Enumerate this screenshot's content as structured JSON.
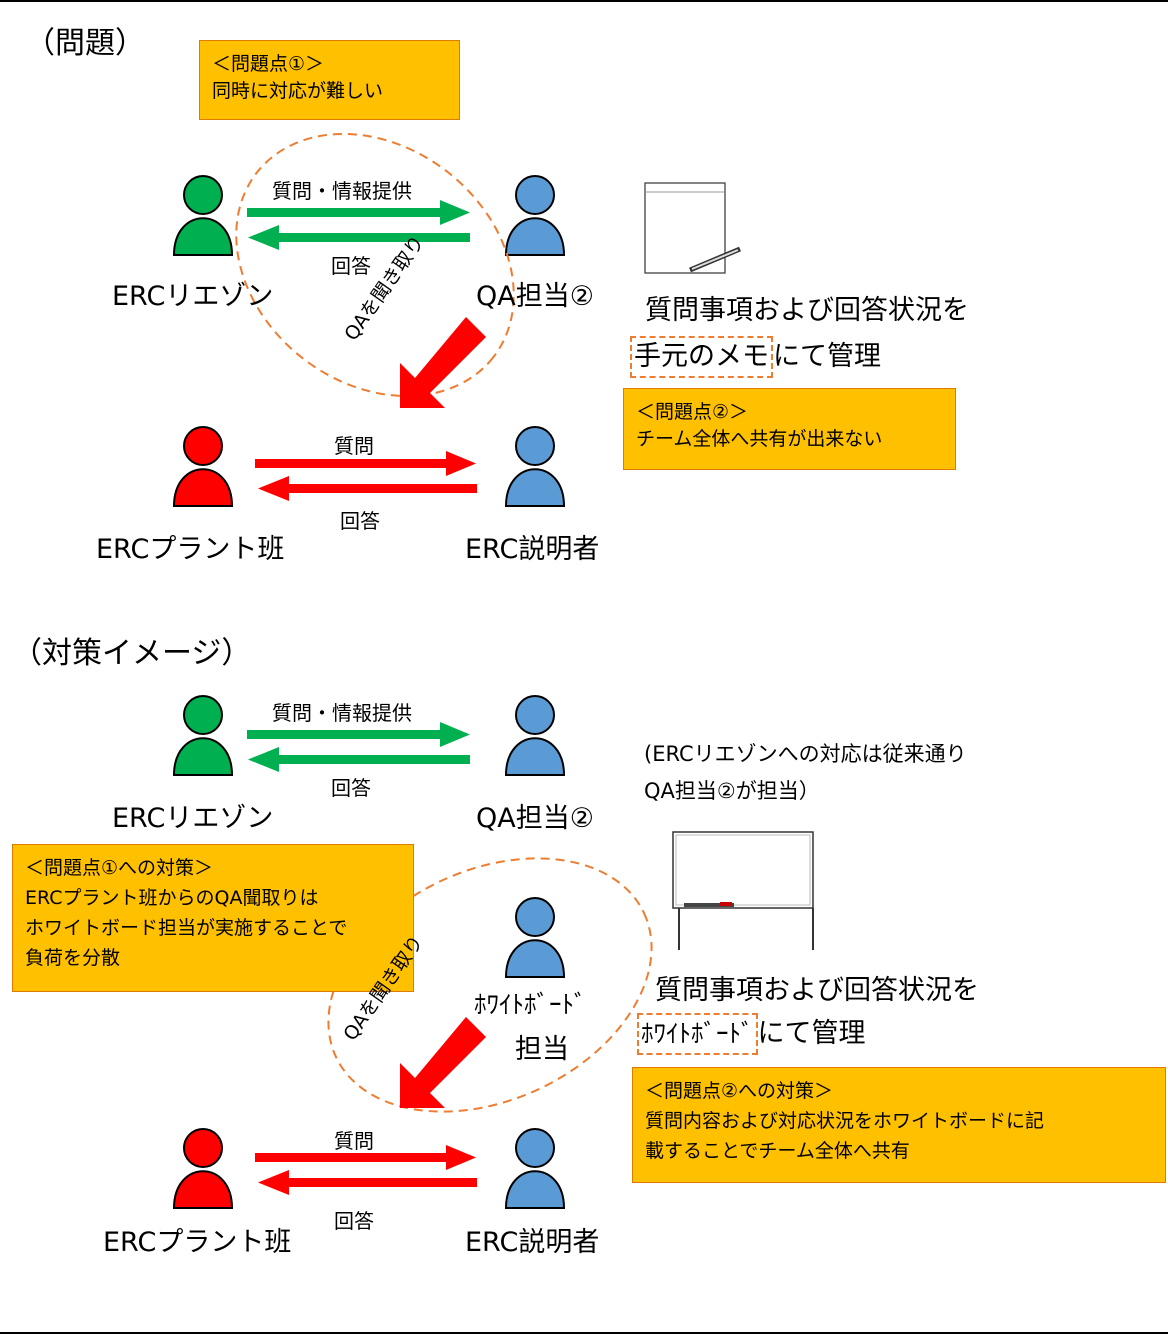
{
  "top": {
    "title": "（問題）",
    "issue1": {
      "line1": "＜問題点①＞",
      "line2": "同時に対応が難しい"
    },
    "arrow_green_label": "質問・情報提供",
    "answer_green": "回答",
    "liaison": "ERCリエゾン",
    "qa2": "QA担当②",
    "diag_label": "QAを聞き取り",
    "note_line1": "質問事項および回答状況を",
    "note_emph": "手元のメモ",
    "note_rest": "にて管理",
    "issue2": {
      "line1": "＜問題点②＞",
      "line2": "チーム全体へ共有が出来ない"
    },
    "arrow_red_label": "質問",
    "answer_red": "回答",
    "plant": "ERCプラント班",
    "explainer": "ERC説明者"
  },
  "bottom": {
    "title": "（対策イメージ）",
    "arrow_green_label": "質問・情報提供",
    "answer_green": "回答",
    "liaison": "ERCリエゾン",
    "qa2": "QA担当②",
    "paren_note_line1": "(ERCリエゾンへの対応は従来通り",
    "paren_note_line2": "QA担当②が担当）",
    "measure1": {
      "line1": "＜問題点①への対策＞",
      "line2": "ERCプラント班からのQA聞取りは",
      "line3": "ホワイトボード担当が実施することで",
      "line4": "負荷を分散"
    },
    "wb_person_line1": "ﾎﾜｲﾄﾎﾞｰﾄﾞ",
    "wb_person_line2": "担当",
    "diag_label": "QAを聞き取り",
    "note_line1": "質問事項および回答状況を",
    "note_emph": "ﾎﾜｲﾄﾎﾞｰﾄﾞ",
    "note_rest": "にて管理",
    "measure2": {
      "line1": "＜問題点②への対策＞",
      "line2": "質問内容および対応状況をホワイトボードに記",
      "line3": "載することでチーム全体へ共有"
    },
    "arrow_red_label": "質問",
    "answer_red": "回答",
    "plant": "ERCプラント班",
    "explainer": "ERC説明者"
  },
  "colors": {
    "green": "#00b050",
    "red": "#ff0000",
    "blue": "#5b9bd5",
    "box_fill": "#ffc000",
    "dash_orange": "#ed7d31"
  }
}
